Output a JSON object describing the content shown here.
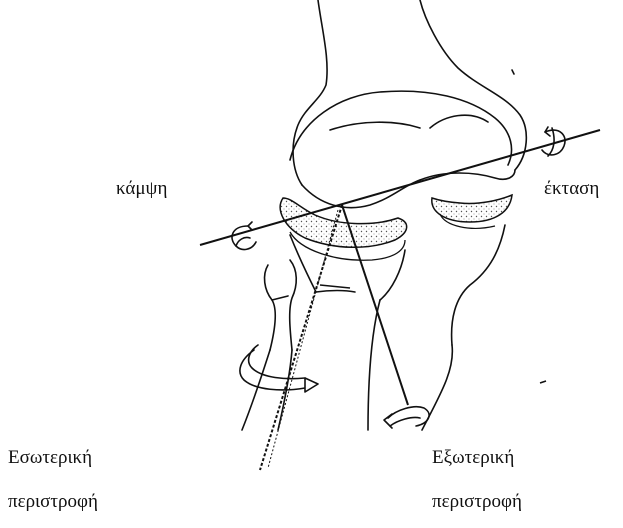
{
  "labels": {
    "flexion": "κάμψη",
    "extension": "έκταση",
    "internal_rotation_line1": "Εσωτερική",
    "internal_rotation_line2": "περιστροφή",
    "external_rotation_line1": "Εξωτερική",
    "external_rotation_line2": "περιστροφή"
  },
  "colors": {
    "ink": "#111111",
    "background": "#ffffff",
    "meniscus_stipple": "#555555"
  },
  "icons": {
    "axis_arrows": "curved-rotation-arrow"
  }
}
